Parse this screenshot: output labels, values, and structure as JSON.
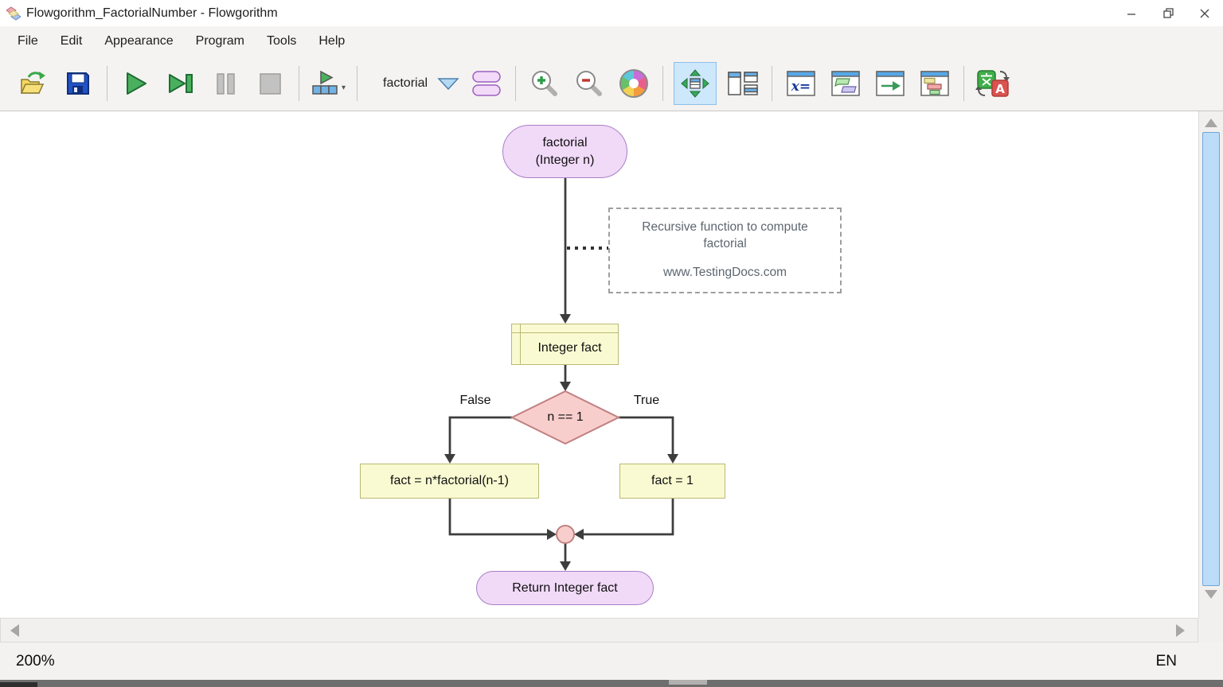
{
  "window": {
    "title": "Flowgorithm_FactorialNumber - Flowgorithm"
  },
  "menu": {
    "items": [
      {
        "label": "File"
      },
      {
        "label": "Edit"
      },
      {
        "label": "Appearance"
      },
      {
        "label": "Program"
      },
      {
        "label": "Tools"
      },
      {
        "label": "Help"
      }
    ]
  },
  "toolbar": {
    "function_selector": {
      "value": "factorial"
    },
    "icons": [
      "open",
      "save",
      "run",
      "step",
      "pause",
      "stop",
      "run-to-chart",
      "function-dropdown",
      "functions-manager",
      "zoom-in",
      "zoom-out",
      "color-scheme",
      "fit-to-window",
      "tile-windows",
      "variables-window",
      "console-window",
      "output-window",
      "source-viewer",
      "translate"
    ]
  },
  "flowchart": {
    "start": {
      "line1": "factorial",
      "line2": "(Integer n)"
    },
    "comment": {
      "text": "Recursive function to compute factorial",
      "url": "www.TestingDocs.com"
    },
    "declare": {
      "label": "Integer fact"
    },
    "decision": {
      "label": "n == 1",
      "false_label": "False",
      "true_label": "True"
    },
    "assign_false": {
      "label": "fact = n*factorial(n-1)"
    },
    "assign_true": {
      "label": "fact = 1"
    },
    "end": {
      "label": "Return Integer fact"
    }
  },
  "status": {
    "zoom_level": "200%",
    "language": "EN"
  },
  "colors": {
    "terminal_fill": "#f1d9f8",
    "terminal_border": "#a87fc4",
    "process_fill": "#fafad2",
    "process_border": "#b9b974",
    "decision_fill": "#f8cecc",
    "decision_border": "#c08080",
    "edge": "#3d3d3d",
    "selected_tool_bg": "#cde7fb",
    "scroll_thumb": "#bcdcf8"
  }
}
